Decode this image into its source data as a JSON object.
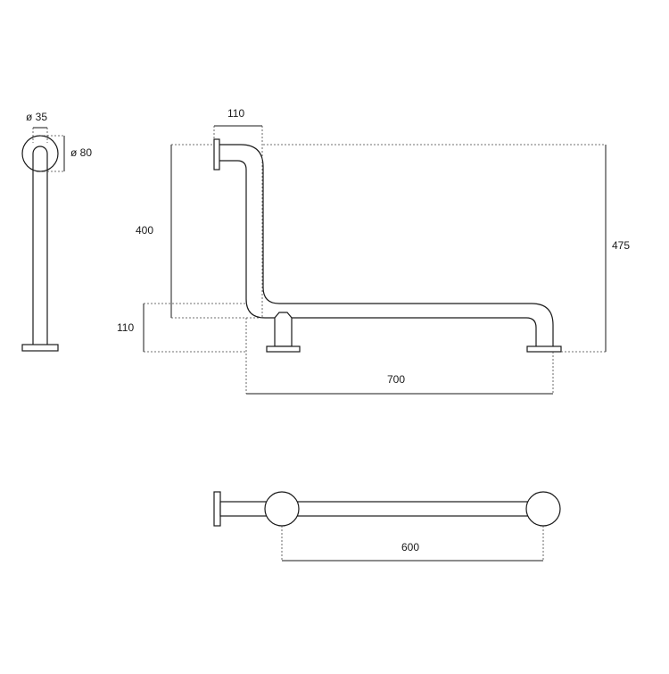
{
  "dimensions": {
    "tube_diameter": "ø 35",
    "flange_diameter": "ø 80",
    "wall_offset": "110",
    "vertical_height": "400",
    "lower_offset": "110",
    "total_height": "475",
    "horizontal_length": "700",
    "support_spacing": "600"
  },
  "colors": {
    "line": "#1a1a1a",
    "background": "#ffffff"
  }
}
